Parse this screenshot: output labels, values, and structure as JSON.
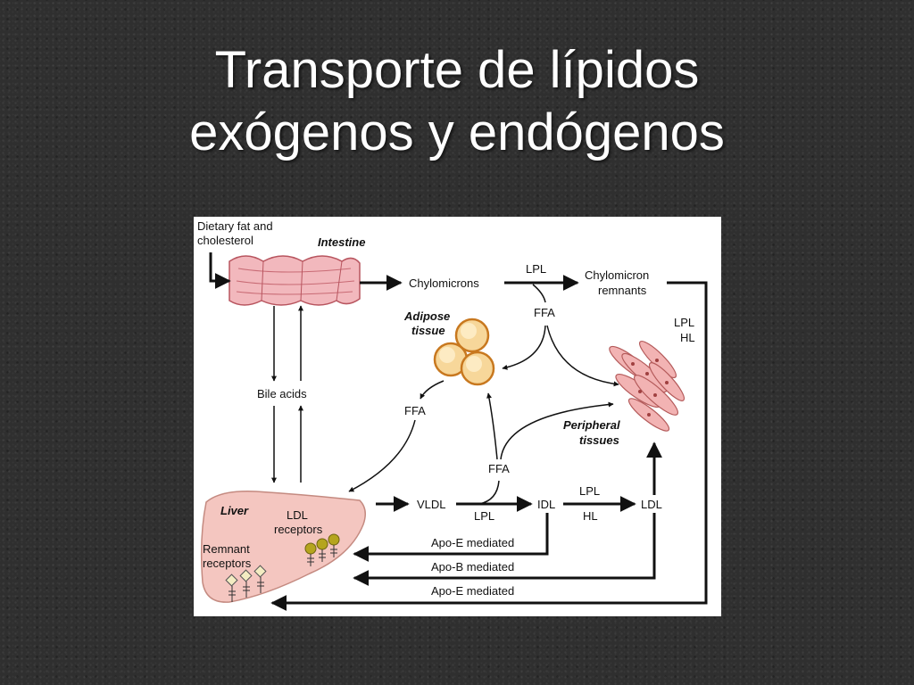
{
  "slide": {
    "title_line1": "Transporte de lípidos",
    "title_line2": "exógenos y endógenos"
  },
  "diagram": {
    "dietary_line1": "Dietary fat and",
    "dietary_line2": "cholesterol",
    "intestine": "Intestine",
    "chylomicrons": "Chylomicrons",
    "lpl_top": "LPL",
    "chylo_remnants_line1": "Chylomicron",
    "chylo_remnants_line2": "remnants",
    "ffa_top": "FFA",
    "adipose_line1": "Adipose",
    "adipose_line2": "tissue",
    "lpl_right": "LPL",
    "hl_right": "HL",
    "bile_acids": "Bile acids",
    "ffa_left": "FFA",
    "peripheral_line1": "Peripheral",
    "peripheral_line2": "tissues",
    "ffa_mid": "FFA",
    "liver": "Liver",
    "ldl_receptors_line1": "LDL",
    "ldl_receptors_line2": "receptors",
    "vldl": "VLDL",
    "lpl_vldl": "LPL",
    "idl": "IDL",
    "lpl_idl": "LPL",
    "hl_idl": "HL",
    "ldl": "LDL",
    "remnant_line1": "Remnant",
    "remnant_line2": "receptors",
    "apo_e_1": "Apo-E mediated",
    "apo_b": "Apo-B mediated",
    "apo_e_2": "Apo-E mediated"
  },
  "colors": {
    "intestine_fill": "#f2b8bd",
    "intestine_stroke": "#b8555f",
    "liver_fill": "#f4c6c0",
    "liver_stroke": "#c48a80",
    "adipose_fill": "#f7d79a",
    "adipose_stroke": "#c8781f",
    "muscle_fill": "#f2b3b3",
    "muscle_stroke": "#b45a5a",
    "ldl_receptor_fill": "#b5a51e",
    "remnant_receptor_fill": "#f3ecc2"
  }
}
